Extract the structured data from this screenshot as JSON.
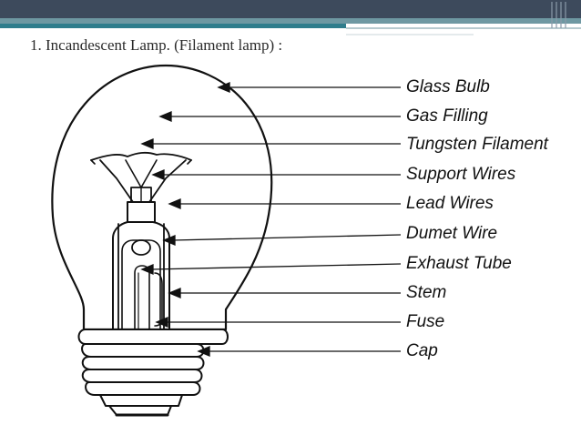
{
  "slide": {
    "title": "1. Incandescent Lamp. (Filament lamp) :"
  },
  "labels": [
    "Glass Bulb",
    "Gas Filling",
    "Tungsten Filament",
    "Support Wires",
    "Lead Wires",
    "Dumet Wire",
    "Exhaust Tube",
    "Stem",
    "Fuse",
    "Cap"
  ],
  "colors": {
    "header_bar": "#3d4a5c",
    "accent_teal": "#4a8a96",
    "line_art": "#111111"
  }
}
